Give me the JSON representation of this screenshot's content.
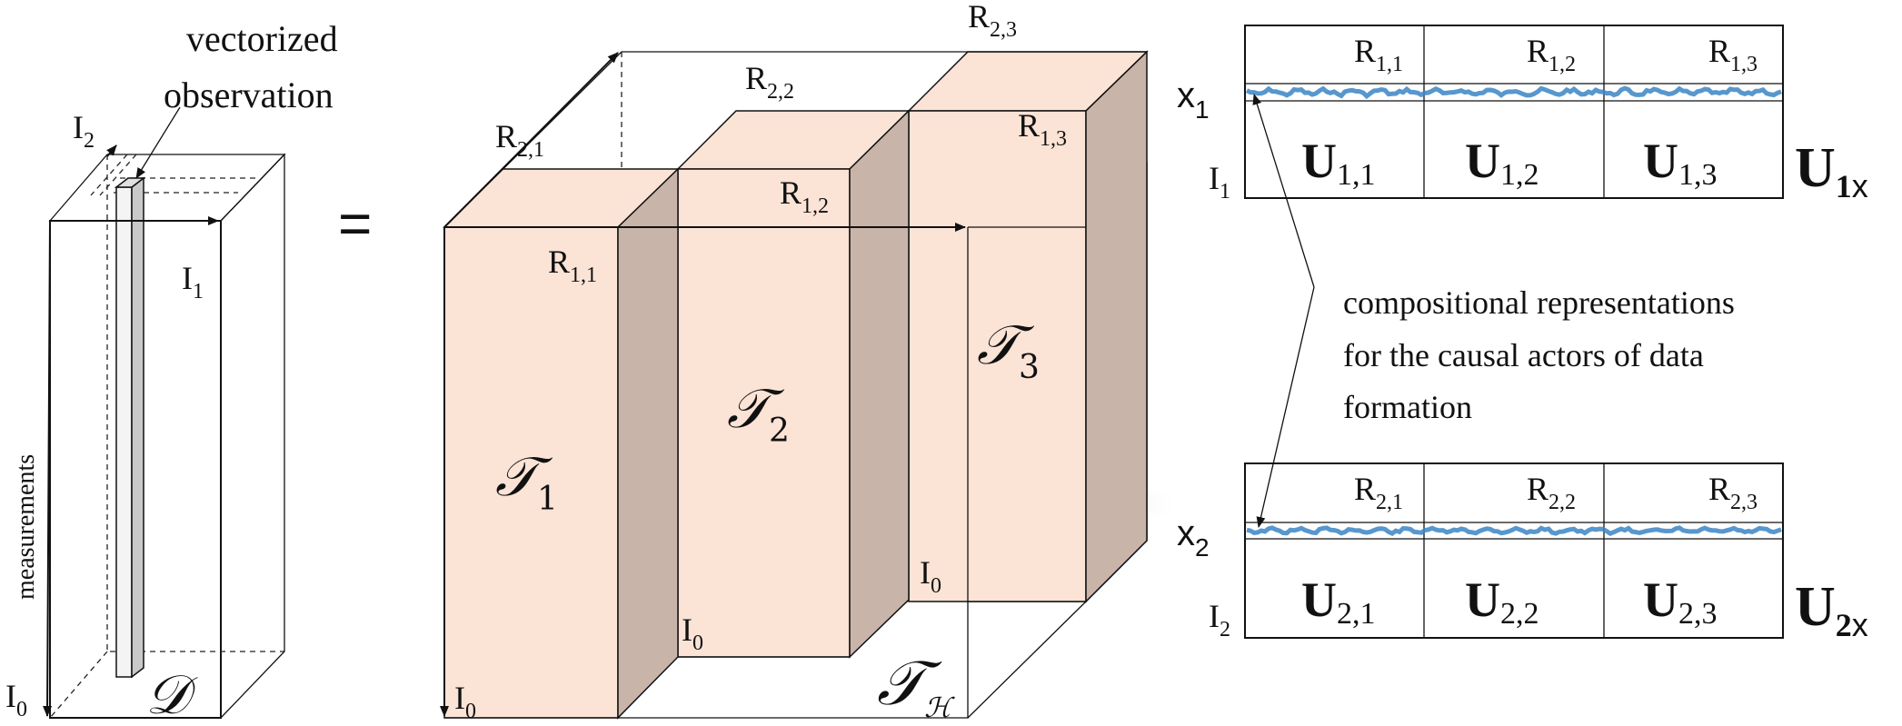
{
  "left_tensor": {
    "symbol": "𝒟",
    "vectorized_label_line1": "vectorized",
    "vectorized_label_line2": "observation",
    "axis_i0": "I",
    "axis_i0_sub": "0",
    "axis_i1": "I",
    "axis_i1_sub": "1",
    "axis_i2": "I",
    "axis_i2_sub": "2",
    "measurements_label": "measurements"
  },
  "equals_sign": "=",
  "middle_tensor": {
    "symbol_h": "𝒯",
    "symbol_h_sub": "ℋ",
    "blocks": [
      {
        "symbol": "𝒯",
        "sub": "1",
        "r_front_main": "R",
        "r_front_sub": "1,1",
        "r_top_main": "R",
        "r_top_sub": "2,1",
        "i0_main": "I",
        "i0_sub": "0"
      },
      {
        "symbol": "𝒯",
        "sub": "2",
        "r_front_main": "R",
        "r_front_sub": "1,2",
        "r_top_main": "R",
        "r_top_sub": "2,2",
        "i0_main": "I",
        "i0_sub": "0"
      },
      {
        "symbol": "𝒯",
        "sub": "3",
        "r_front_main": "R",
        "r_front_sub": "1,3",
        "r_top_main": "R",
        "r_top_sub": "2,3",
        "i0_main": "I",
        "i0_sub": "0"
      }
    ]
  },
  "matrix_u1": {
    "row_label_main": "x",
    "row_label_sub": "1",
    "dim_main": "I",
    "dim_sub": "1",
    "columns": [
      {
        "r_main": "R",
        "r_sub": "1,1",
        "u_main": "U",
        "u_sub": "1,1"
      },
      {
        "r_main": "R",
        "r_sub": "1,2",
        "u_main": "U",
        "u_sub": "1,2"
      },
      {
        "r_main": "R",
        "r_sub": "1,3",
        "u_main": "U",
        "u_sub": "1,3"
      }
    ],
    "name_main": "U",
    "name_sub": "1",
    "name_suffix": "x"
  },
  "matrix_u2": {
    "row_label_main": "x",
    "row_label_sub": "2",
    "dim_main": "I",
    "dim_sub": "2",
    "columns": [
      {
        "r_main": "R",
        "r_sub": "2,1",
        "u_main": "U",
        "u_sub": "2,1"
      },
      {
        "r_main": "R",
        "r_sub": "2,2",
        "u_main": "U",
        "u_sub": "2,2"
      },
      {
        "r_main": "R",
        "r_sub": "2,3",
        "u_main": "U",
        "u_sub": "2,3"
      }
    ],
    "name_main": "U",
    "name_sub": "2",
    "name_suffix": "x"
  },
  "caption": {
    "line1": "compositional representations",
    "line2": "for the causal actors of data",
    "line3": "formation"
  },
  "colors": {
    "block_front": "#fbe3d6",
    "block_side": "#c8b4a8",
    "block_top": "#fbe3d6",
    "vector_blue": "#3a85c4"
  }
}
